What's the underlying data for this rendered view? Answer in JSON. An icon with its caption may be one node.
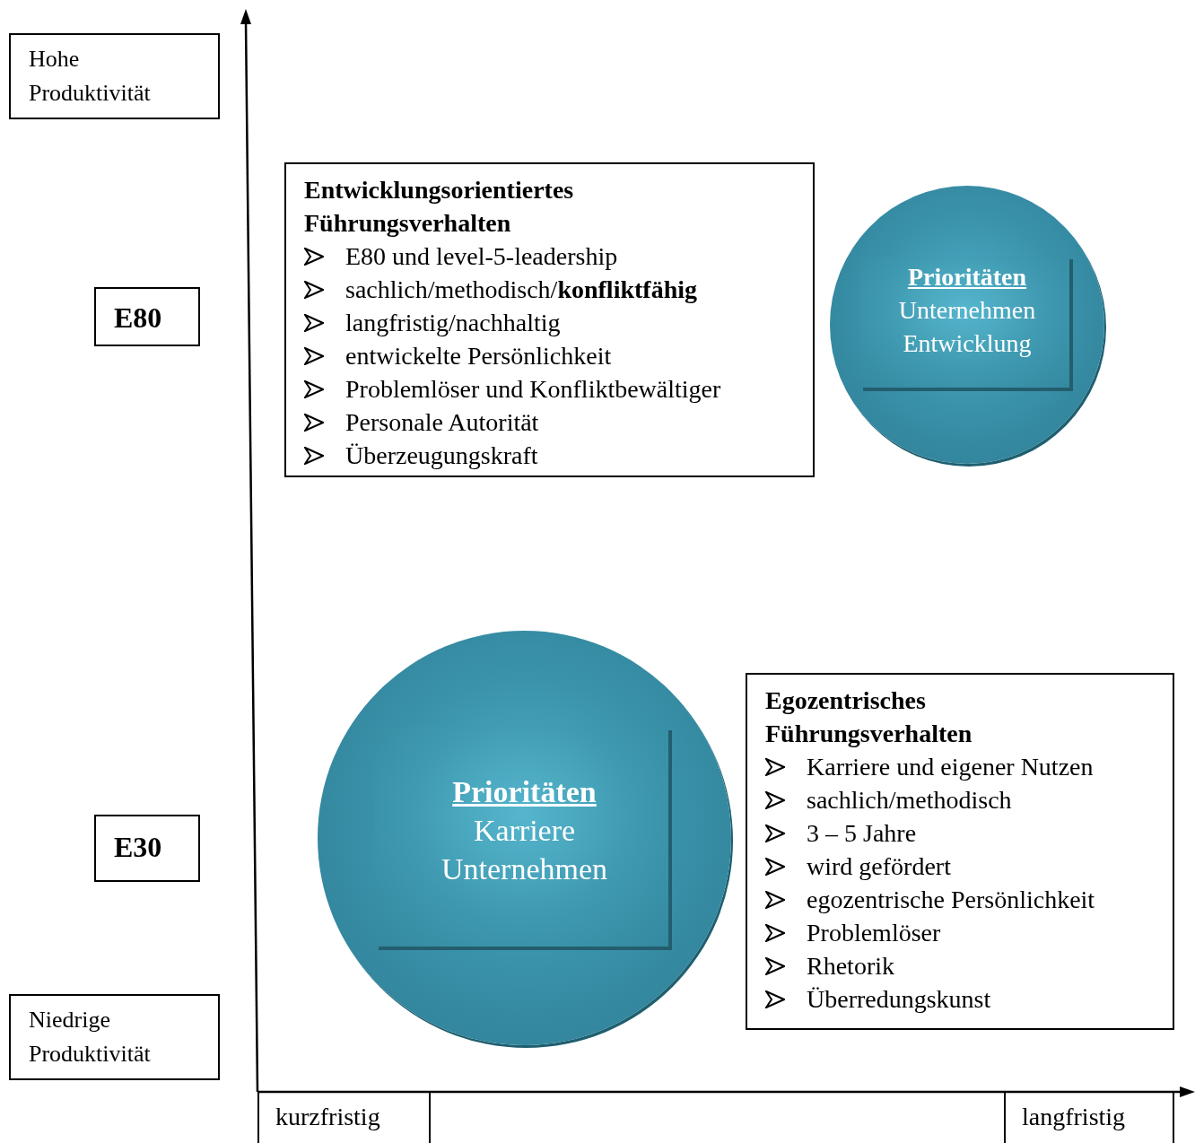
{
  "diagram": {
    "nodes": [
      {
        "text": [
          "Hohe Produktivität"
        ]
      },
      {
        "text": [
          "E80"
        ]
      },
      {
        "text": [
          "E30"
        ]
      },
      {
        "text": [
          "Niedrige Produktivität"
        ]
      },
      {
        "text": [
          "Entwicklungsorientiertes Führungsverhalten",
          "E80 und level-5-leadership",
          "sachlich/methodisch/**konfliktfähig**",
          "langfristig/nachhaltig",
          "entwickelte Persönlichkeit",
          "Problemlöser und Konfliktbewältiger",
          "Personale Autorität",
          "Überzeugungskraft"
        ]
      },
      {
        "text": [
          "Prioritäten",
          "Unternehmen",
          "Entwicklung"
        ]
      },
      {
        "text": [
          "Prioritäten",
          "Karriere",
          "Unternehmen"
        ]
      },
      {
        "text": [
          "Egozentrisches Führungsverhalten",
          "Karriere und eigener Nutzen",
          "sachlich/methodisch",
          "3 – 5 Jahre",
          "wird gefördert",
          "egozentrische Persönlichkeit",
          "Problemlöser",
          "Rhetorik",
          "Überredungskunst"
        ]
      },
      {
        "text": [
          "kurzfristig"
        ]
      },
      {
        "text": [
          "langfristig"
        ]
      }
    ]
  }
}
